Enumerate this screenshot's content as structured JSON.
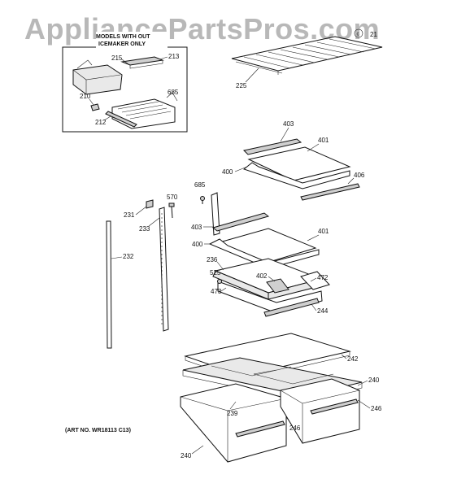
{
  "watermark": "AppliancePartsPros.com",
  "inset": {
    "title_line1": "MODELS WITH OUT",
    "title_line2": "ICEMAKER ONLY"
  },
  "callouts": {
    "c21": "21",
    "c213": "213",
    "c215": "215",
    "c685a": "685",
    "c210": "210",
    "c212": "212",
    "c225": "225",
    "c403a": "403",
    "c401a": "401",
    "c400a": "400",
    "c406": "406",
    "c685b": "685",
    "c570": "570",
    "c231": "231",
    "c233": "233",
    "c403b": "403",
    "c401b": "401",
    "c400b": "400",
    "c236": "236",
    "c232": "232",
    "c525": "525",
    "c402": "402",
    "c472": "472",
    "c473": "473",
    "c244": "244",
    "c242": "242",
    "c240a": "240",
    "c246a": "246",
    "c239": "239",
    "c246b": "246",
    "c240b": "240"
  },
  "art_number": "(ART NO. WR18113 C13)"
}
